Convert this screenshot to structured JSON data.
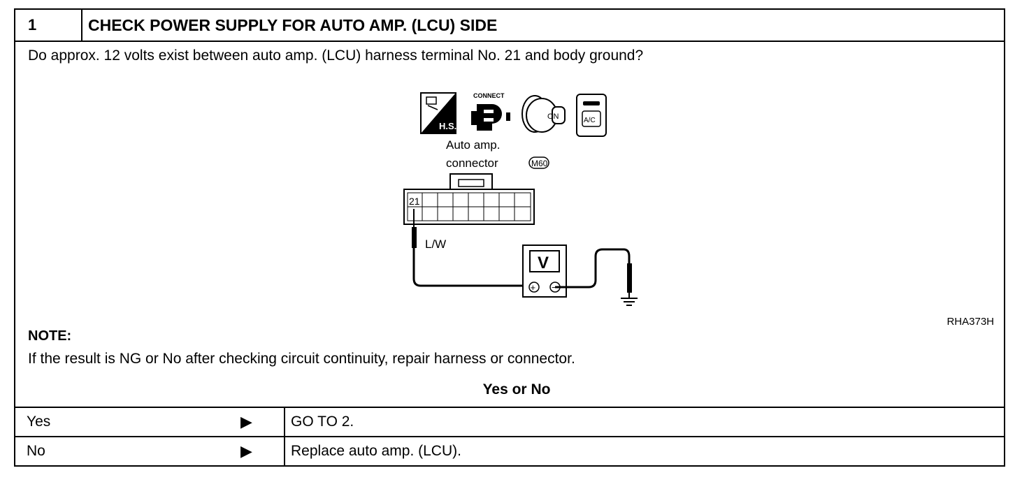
{
  "step": {
    "number": "1",
    "title": "CHECK POWER SUPPLY FOR AUTO AMP. (LCU) SIDE"
  },
  "question": "Do approx. 12 volts exist between auto amp. (LCU) harness terminal No. 21 and body ground?",
  "diagram": {
    "icons": [
      "harness-sheet-icon",
      "connect-icon",
      "ignition-on-icon",
      "ac-switch-icon"
    ],
    "hs_label": "H.S.",
    "connect_label": "CONNECT",
    "on_label": "ON",
    "ac_label": "A/C",
    "connector_label_1": "Auto  amp.",
    "connector_label_2": "connector",
    "connector_code": "M60",
    "terminal": "21",
    "wire_color": "L/W",
    "meter_symbol": "V",
    "plus": "+",
    "minus": "−",
    "figure_code": "RHA373H"
  },
  "note": {
    "heading": "NOTE:",
    "text": "If the result is NG or No after checking circuit continuity, repair harness or connector."
  },
  "results": {
    "header": "Yes or No",
    "rows": [
      {
        "answer": "Yes",
        "arrow": "▶",
        "action": "GO TO 2."
      },
      {
        "answer": "No",
        "arrow": "▶",
        "action": "Replace auto amp. (LCU)."
      }
    ]
  }
}
